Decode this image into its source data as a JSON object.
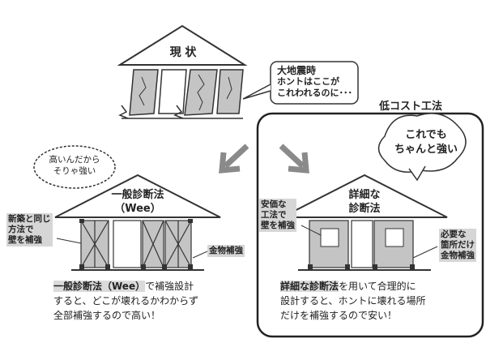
{
  "top": {
    "house_label": "現 状",
    "callout_title": "大地震時",
    "callout_line1": "ホントはここが",
    "callout_line2": "これわれるのに･･･"
  },
  "left": {
    "thought_line1": "高いんだから",
    "thought_line2": "そりゃ強い",
    "house_label_line1": "一般診断法",
    "house_label_line2": "（Wee）",
    "side_note": [
      "新築と同じ",
      "方法で",
      "壁を補強"
    ],
    "hardware_tag": "金物補強",
    "desc_bold": "一般診断法（Wee）",
    "desc_rest1": "で補強設計",
    "desc_line2": "すると、どこが壊れるかわからず",
    "desc_line3": "全部補強するので高い！"
  },
  "right": {
    "panel_title": "低コスト工法",
    "thought_line1": "これでも",
    "thought_line2": "ちゃんと強い",
    "house_label_line1": "詳細な",
    "house_label_line2": "診断法",
    "side_note": [
      "安価な",
      "工法で",
      "壁を補強"
    ],
    "right_note": [
      "必要な",
      "箇所だけ",
      "金物補強"
    ],
    "desc_bold": "詳細な診断法",
    "desc_rest1": "を用いて合理的に",
    "desc_line2": "設計すると、ホントに壊れる場所",
    "desc_line3": "だけを補強するので安い！"
  }
}
